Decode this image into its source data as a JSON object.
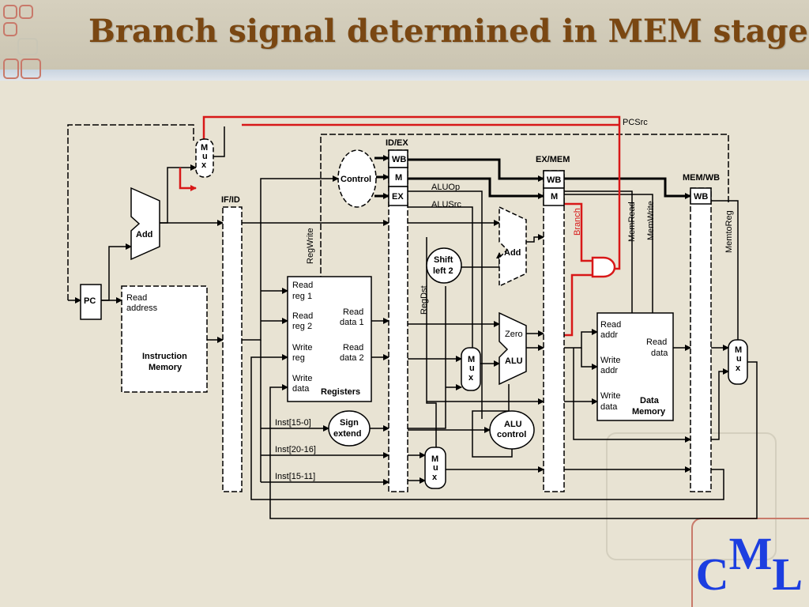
{
  "title": "Branch signal determined in MEM stage",
  "logo": {
    "c": "C",
    "m": "M",
    "l": "L"
  },
  "colors": {
    "title": "#7a4712",
    "branch_path": "#d81818",
    "logo": "#1c3ee0"
  },
  "pipeline_registers": {
    "if_id": "IF/ID",
    "id_ex": "ID/EX",
    "ex_mem": "EX/MEM",
    "mem_wb": "MEM/WB"
  },
  "fields": {
    "wb": "WB",
    "m": "M",
    "ex": "EX"
  },
  "blocks": {
    "pc": "PC",
    "add": "Add",
    "mux": [
      "M",
      "u",
      "x"
    ],
    "control": "Control",
    "shift": [
      "Shift",
      "left 2"
    ],
    "sign": [
      "Sign",
      "extend"
    ],
    "alu_control": [
      "ALU",
      "control"
    ],
    "alu": "ALU",
    "zero": "Zero",
    "imem": {
      "read": [
        "Read",
        "address"
      ],
      "name": [
        "Instruction",
        "Memory"
      ]
    },
    "regs": {
      "r1": [
        "Read",
        "reg 1"
      ],
      "r2": [
        "Read",
        "reg 2"
      ],
      "wr": [
        "Write",
        "reg"
      ],
      "wd": [
        "Write",
        "data"
      ],
      "d1": [
        "Read",
        "data 1"
      ],
      "d2": [
        "Read",
        "data 2"
      ],
      "name": "Registers"
    },
    "dmem": {
      "ra": [
        "Read",
        "addr"
      ],
      "wa": [
        "Write",
        "addr"
      ],
      "wd": [
        "Write",
        "data"
      ],
      "rd": [
        "Read",
        "data"
      ],
      "name": [
        "Data",
        "Memory"
      ]
    }
  },
  "signals": {
    "pcsrc": "PCSrc",
    "aluop": "ALUOp",
    "alusrc": "ALUSrc",
    "regwrite": "RegWrite",
    "regdst": "RegDst",
    "branch": "Branch",
    "memread": "MemRead",
    "memwrite": "MemWrite",
    "memtoreg": "MemtoReg"
  },
  "inst_fields": {
    "i15_0": "Inst[15-0]",
    "i20_16": "Inst[20-16]",
    "i15_11": "Inst[15-11]"
  }
}
